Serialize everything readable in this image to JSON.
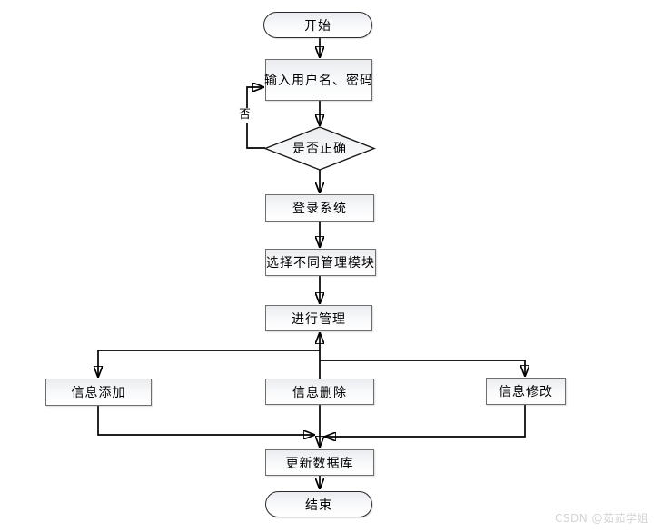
{
  "diagram": {
    "nodes": {
      "start": "开始",
      "input_credentials": "输入用户名、密码",
      "check_correct": "是否正确",
      "login_system": "登录系统",
      "select_module": "选择不同管理模块",
      "manage": "进行管理",
      "info_add": "信息添加",
      "info_delete": "信息删除",
      "info_modify": "信息修改",
      "update_database": "更新数据库",
      "end": "结束"
    },
    "edge_labels": {
      "no": "否"
    },
    "colors": {
      "line": "#000000",
      "box_border": "#6e6e6e",
      "terminal_border": "#2b2b2b",
      "box_fill_top": "#e9ebee",
      "box_fill_bottom": "#ffffff",
      "text": "#000000",
      "watermark": "#d4d4d4"
    }
  },
  "watermark": {
    "text": "CSDN @茹茹学姐"
  }
}
